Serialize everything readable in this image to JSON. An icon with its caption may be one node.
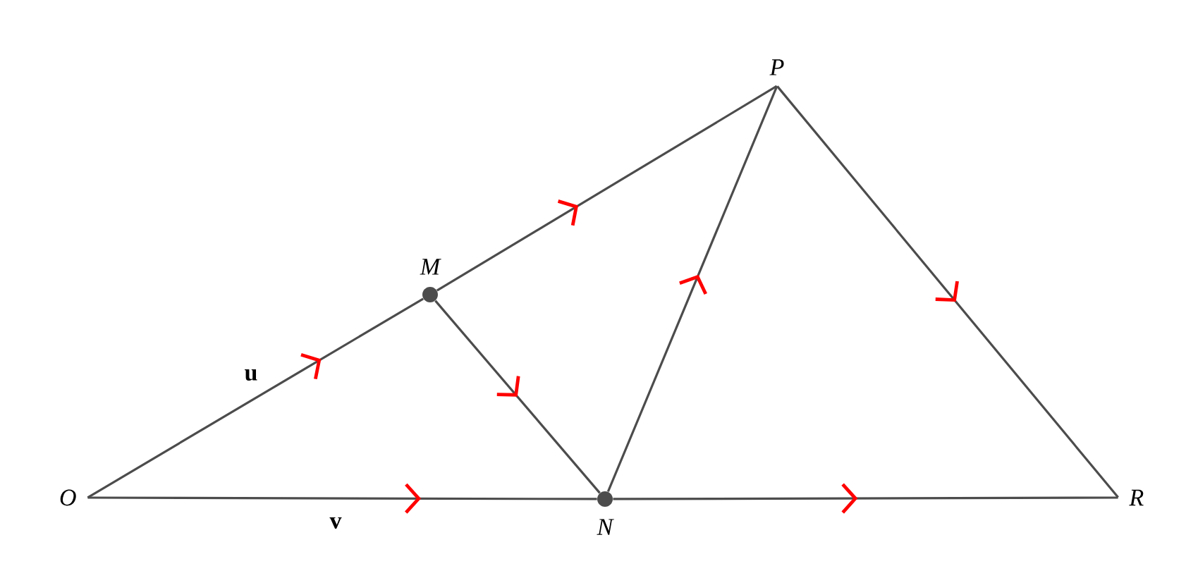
{
  "diagram": {
    "nodes": [
      {
        "text": [
          "O"
        ]
      },
      {
        "text": [
          "M"
        ]
      },
      {
        "text": [
          "P"
        ]
      },
      {
        "text": [
          "N"
        ]
      },
      {
        "text": [
          "R"
        ]
      }
    ],
    "edges": [
      {
        "from": 0,
        "to": 1,
        "arrow": "to",
        "label": "u"
      },
      {
        "from": 1,
        "to": 2,
        "arrow": "to"
      },
      {
        "from": 1,
        "to": 3,
        "arrow": "to"
      },
      {
        "from": 3,
        "to": 2,
        "arrow": "to"
      },
      {
        "from": 2,
        "to": 4,
        "arrow": "to"
      },
      {
        "from": 0,
        "to": 3,
        "arrow": "to",
        "label": "v"
      },
      {
        "from": 3,
        "to": 4,
        "arrow": "to"
      }
    ]
  }
}
